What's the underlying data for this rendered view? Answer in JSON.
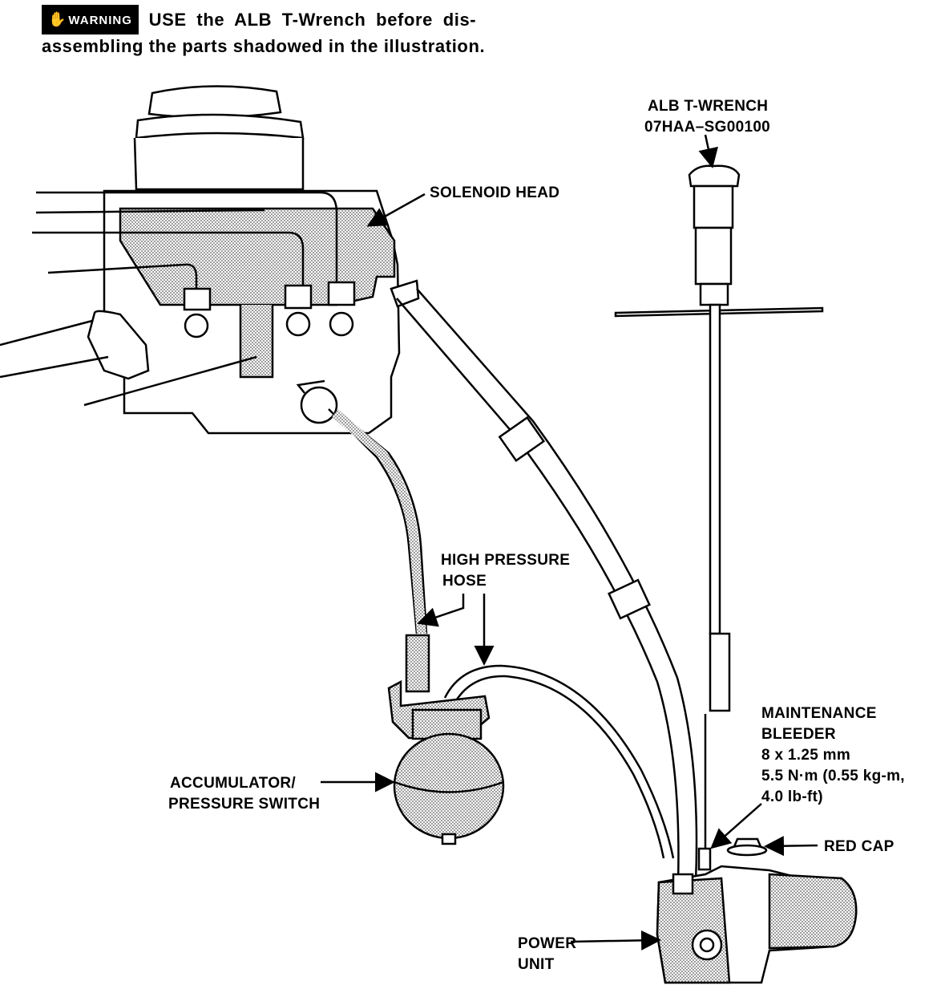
{
  "warning": {
    "badge": "WARNING",
    "line1": "USE the ALB T-Wrench before dis-",
    "line2": "assembling the parts shadowed in the illustration."
  },
  "labels": {
    "tool_line1": "ALB T-WRENCH",
    "tool_line2": "07HAA–SG00100",
    "solenoid_head": "SOLENOID HEAD",
    "hose_line1": "HIGH PRESSURE",
    "hose_line2": "HOSE",
    "maint_line1": "MAINTENANCE",
    "maint_line2": "BLEEDER",
    "maint_line3": "8 x 1.25 mm",
    "maint_line4": "5.5 N·m (0.55 kg-m,",
    "maint_line5": "4.0 lb-ft)",
    "accum_line1": "ACCUMULATOR/",
    "accum_line2": "PRESSURE SWITCH",
    "red_cap": "RED CAP",
    "power_line1": "POWER",
    "power_line2": "UNIT"
  },
  "colors": {
    "ink": "#000000",
    "paper": "#ffffff",
    "shade": "#bdbdbd"
  }
}
